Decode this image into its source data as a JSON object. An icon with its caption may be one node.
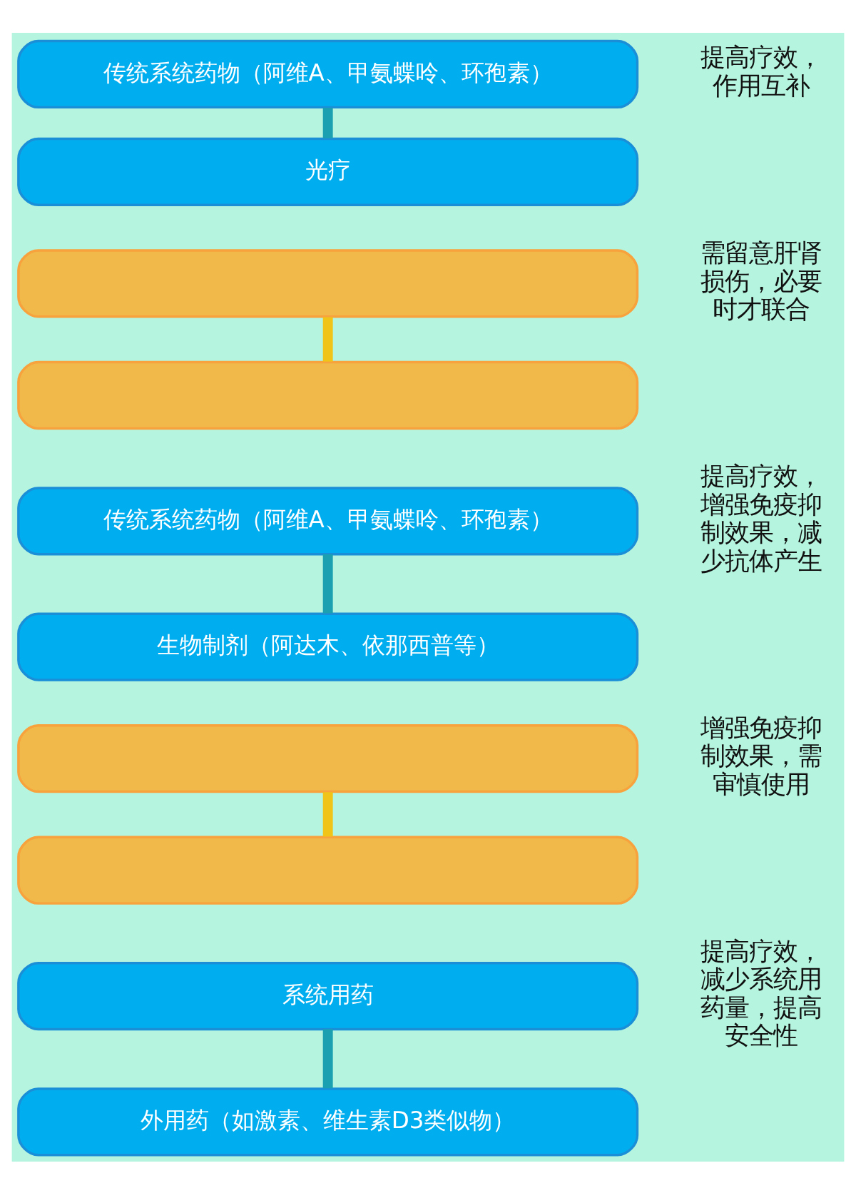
{
  "diagram": {
    "nodes": [
      {
        "text": [
          "传统系统药物（阿维A、甲氨蝶呤、环孢素）"
        ],
        "beside": [
          "提高疗效，作用互补"
        ]
      },
      {
        "text": [
          "光疗"
        ]
      },
      {
        "text": [],
        "shape": "box",
        "beside": [
          "需留意肝肾损伤，必要时才联合"
        ]
      },
      {
        "text": [],
        "shape": "box"
      },
      {
        "text": [
          "传统系统药物（阿维A、甲氨蝶呤、环孢素）"
        ],
        "beside": [
          "提高疗效，增强免疫抑制效果，减少抗体产生"
        ]
      },
      {
        "text": [
          "生物制剂（阿达木、依那西普等）"
        ]
      },
      {
        "text": [],
        "shape": "box",
        "beside": [
          "增强免疫抑制效果，需审慎使用"
        ]
      },
      {
        "text": [],
        "shape": "box"
      },
      {
        "text": [
          "系统用药"
        ],
        "beside": [
          "提高疗效，减少系统用药量，提高安全性"
        ]
      },
      {
        "text": [
          "外用药（如激素、维生素D3类似物）"
        ]
      }
    ],
    "edges": [
      {
        "from": 0,
        "to": 1,
        "arrow": "none"
      },
      {
        "from": 2,
        "to": 3,
        "arrow": "none",
        "color": "#f0c419"
      },
      {
        "from": 4,
        "to": 5,
        "arrow": "none"
      },
      {
        "from": 6,
        "to": 7,
        "arrow": "none",
        "color": "#f0c419"
      },
      {
        "from": 8,
        "to": 9,
        "arrow": "none"
      }
    ]
  }
}
